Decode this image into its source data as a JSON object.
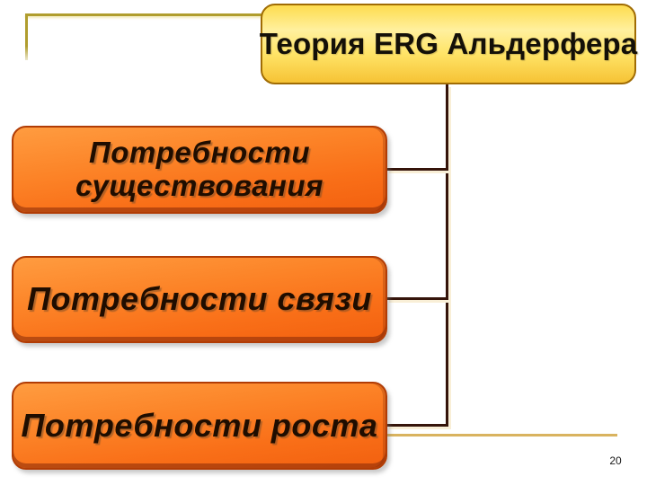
{
  "slide": {
    "title": "Теория ERG Альдерфера",
    "page_number": "20"
  },
  "diagram": {
    "type": "hierarchy",
    "nodes": [
      {
        "label": "Потребности существования"
      },
      {
        "label": "Потребности связи"
      },
      {
        "label": "Потребности роста"
      }
    ]
  },
  "colors": {
    "title_box_fill_top": "#fedc4e",
    "title_box_fill_light": "#fff09e",
    "title_box_fill_bottom": "#f6c335",
    "title_box_border": "#a06c04",
    "need_box_fill_top": "#ff9c40",
    "need_box_fill_bottom": "#f2600f",
    "need_box_border": "#b13c05",
    "connector_line": "#35140a",
    "corner_line": "#b09d2e",
    "bottom_accent_line": "#d9b35f",
    "background": "#ffffff"
  }
}
